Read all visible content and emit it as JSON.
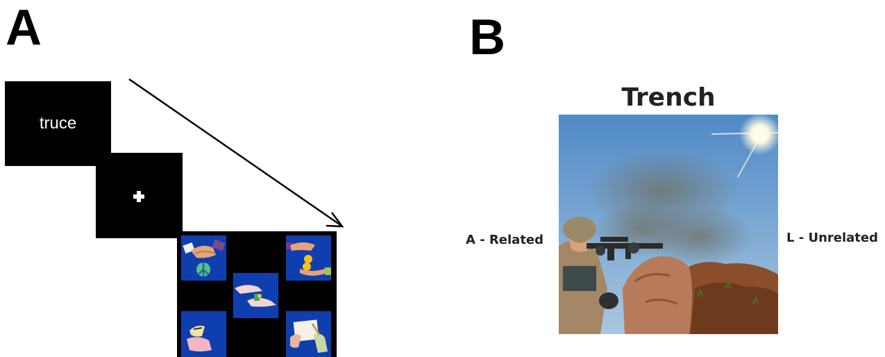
{
  "panel_a": {
    "letter": "A",
    "word_screen_text": "truce",
    "fixation_icon": "plus-icon",
    "image_tiles": [
      {
        "name": "handshake-peace-icon"
      },
      {
        "name": "coin-exchange-icon"
      },
      {
        "name": "hand-offering-icon"
      },
      {
        "name": "hand-holding-note-icon"
      },
      {
        "name": "hand-writing-note-icon"
      }
    ],
    "colors": {
      "screen": "#000000",
      "tile": "#0f3fae",
      "text": "#ffffff"
    }
  },
  "panel_b": {
    "letter": "B",
    "word": "Trench",
    "left_label": "A - Related",
    "right_label": "L - Unrelated",
    "image": "soldier-in-trench-illustration"
  }
}
